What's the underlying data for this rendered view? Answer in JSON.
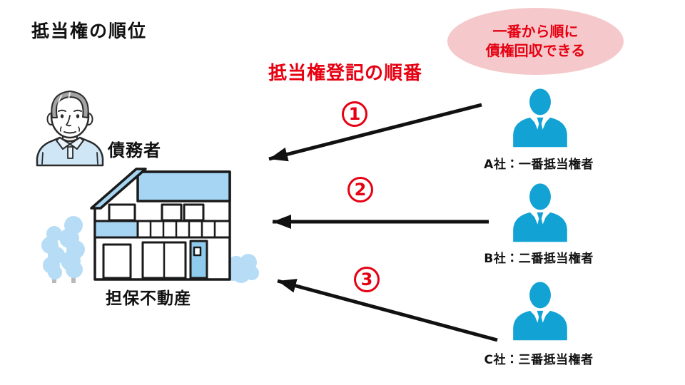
{
  "title": "抵当権の順位",
  "callout": {
    "lines": [
      "一番から順に",
      "債権回収できる"
    ]
  },
  "order_heading": "抵当権登記の順番",
  "debtor_label": "債務者",
  "property_label": "担保不動産",
  "steps": [
    {
      "number": "1"
    },
    {
      "number": "2"
    },
    {
      "number": "3"
    }
  ],
  "creditors": [
    {
      "label": "A社：一番抵当権者"
    },
    {
      "label": "B社：二番抵当権者"
    },
    {
      "label": "C社：三番抵当権者"
    }
  ],
  "colors": {
    "accent_red": "#e60012",
    "callout_pink": "#f5c9cb",
    "person_blue": "#12a3d4",
    "house_roof_blue": "#a5d5f2",
    "door_blue": "#8fcbec",
    "tree_blue": "#b7ddf6",
    "shirt_blue": "#cfe6f7",
    "outline_black": "#1a1a1a"
  }
}
